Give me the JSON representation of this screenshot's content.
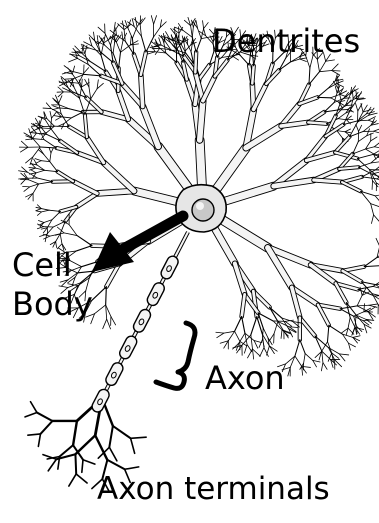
{
  "labels": {
    "dendrites": "Dentrites",
    "cell_body_line1": "Cell",
    "cell_body_line2": "Body",
    "axon": "Axon",
    "axon_terminals": "Axon terminals"
  },
  "colors": {
    "background": "#ffffff",
    "ink": "#000000",
    "membrane_fill": "#f4f4f4",
    "soma_fill": "#e6e6e6",
    "nucleus_fill": "#c8c8c8"
  },
  "icons": {
    "pointer": "thick-arrow",
    "axon_bracket": "curly-brace"
  }
}
